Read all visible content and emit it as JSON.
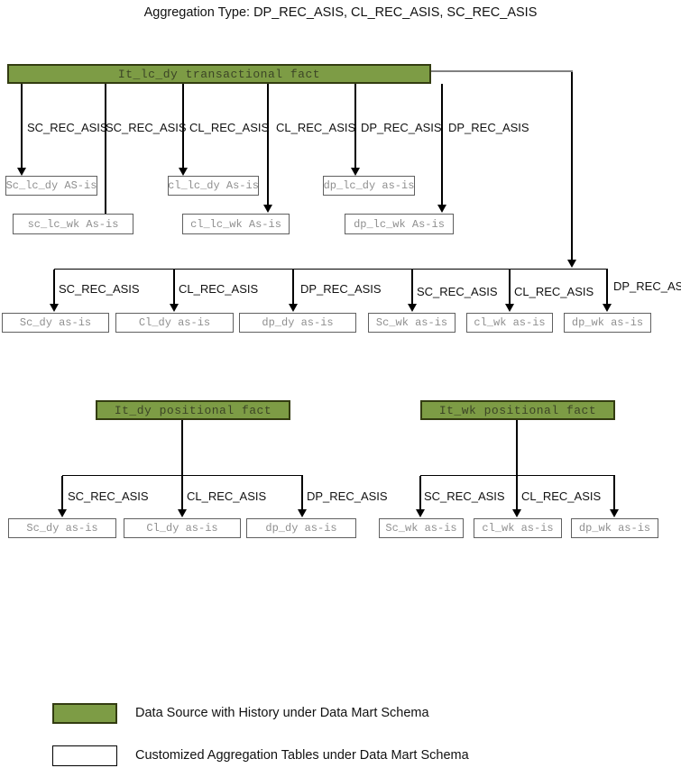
{
  "title": "Aggregation Type: DP_REC_ASIS, CL_REC_ASIS, SC_REC_ASIS",
  "colors": {
    "fact_fill": "#7d9c45",
    "fact_border": "#333c11",
    "agg_box_border": "#606060",
    "agg_box_text": "#8f8f8f",
    "line": "#000000",
    "connector": "#808080"
  },
  "section1": {
    "fact": "It_lc_dy transactional fact",
    "edge_labels": [
      "SC_REC_ASIS",
      "SC_REC_ASIS",
      "CL_REC_ASIS",
      "CL_REC_ASIS",
      "DP_REC_ASIS",
      "DP_REC_ASIS"
    ],
    "dy_boxes": [
      "Sc_lc_dy AS-is",
      "cl_lc_dy As-is",
      "dp_lc_dy as-is"
    ],
    "wk_boxes": [
      "sc_lc_wk As-is",
      "cl_lc_wk As-is",
      "dp_lc_wk As-is"
    ]
  },
  "section2": {
    "edge_labels": [
      "SC_REC_ASIS",
      "CL_REC_ASIS",
      "DP_REC_ASIS",
      "SC_REC_ASIS",
      "CL_REC_ASIS",
      "DP_REC_ASIS"
    ],
    "boxes": [
      "Sc_dy as-is",
      "Cl_dy as-is",
      "dp_dy as-is",
      "Sc_wk as-is",
      "cl_wk as-is",
      "dp_wk as-is"
    ]
  },
  "section3": {
    "fact": "It_dy positional fact",
    "edge_labels": [
      "SC_REC_ASIS",
      "CL_REC_ASIS",
      "DP_REC_ASIS"
    ],
    "boxes": [
      "Sc_dy as-is",
      "Cl_dy as-is",
      "dp_dy as-is"
    ]
  },
  "section4": {
    "fact": "It_wk positional fact",
    "edge_labels": [
      "SC_REC_ASIS",
      "CL_REC_ASIS"
    ],
    "boxes": [
      "Sc_wk as-is",
      "cl_wk as-is",
      "dp_wk as-is"
    ]
  },
  "legend": {
    "green_label": "Data Source with History under Data Mart Schema",
    "white_label": "Customized Aggregation Tables under Data Mart Schema"
  }
}
